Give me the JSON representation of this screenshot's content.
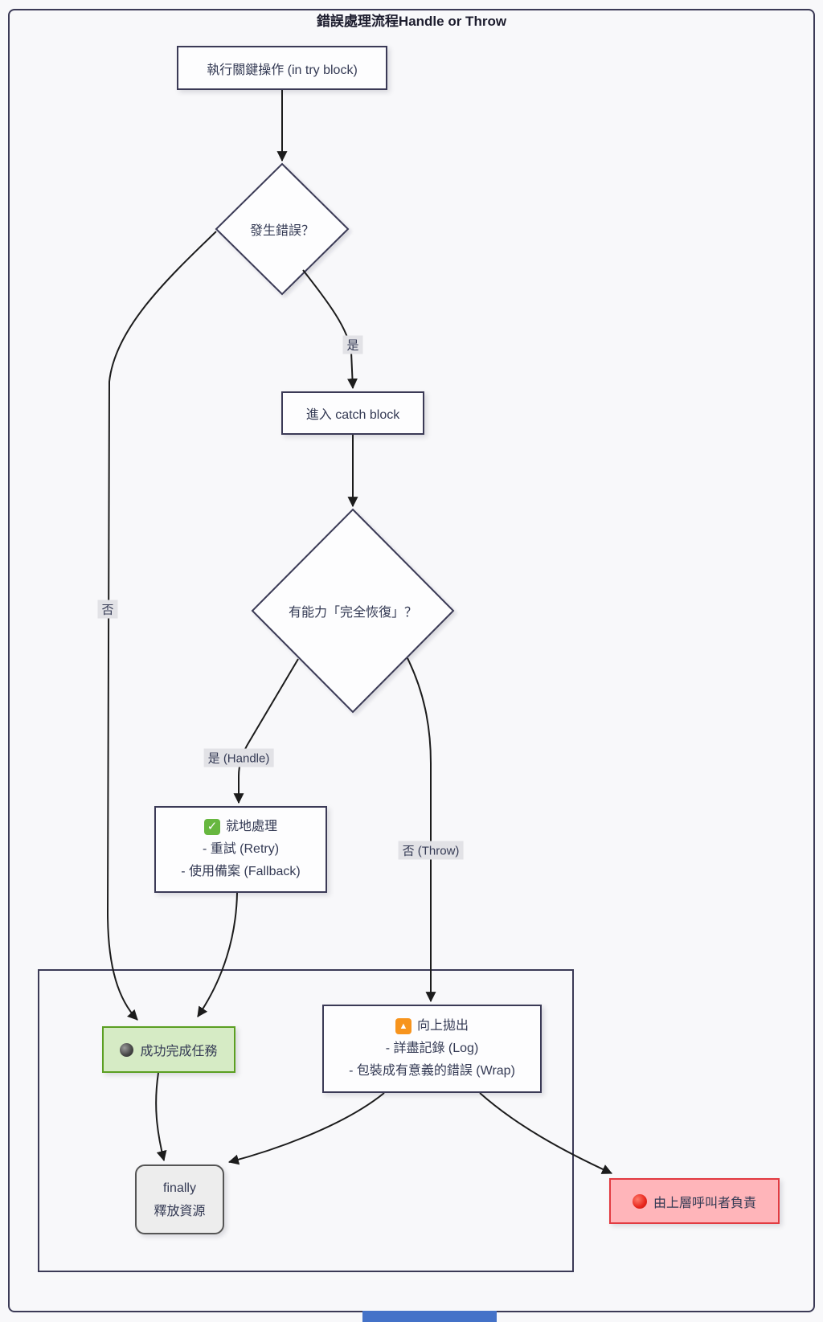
{
  "diagram": {
    "title": "錯誤處理流程Handle or Throw",
    "nodes": {
      "try_block": {
        "label": "執行關鍵操作 (in try block)"
      },
      "error_check": {
        "label": "發生錯誤？"
      },
      "catch_block": {
        "label": "進入 catch block"
      },
      "recover_check": {
        "label": "有能力「完全恢復」？"
      },
      "handle_local": {
        "icon": "green-check-icon",
        "title": "就地處理",
        "item1": "- 重試 (Retry)",
        "item2": "- 使用備案 (Fallback)"
      },
      "throw_up": {
        "icon": "orange-up-triangle-icon",
        "title": "向上拋出",
        "item1": "- 詳盡記錄 (Log)",
        "item2": "- 包裝成有意義的錯誤 (Wrap)"
      },
      "success": {
        "icon": "dark-circle-icon",
        "label": "成功完成任務"
      },
      "finally_block": {
        "line1": "finally",
        "line2": "釋放資源"
      },
      "caller_responsible": {
        "icon": "red-circle-icon",
        "label": "由上層呼叫者負責"
      }
    },
    "edge_labels": {
      "yes": "是",
      "no": "否",
      "yes_handle": "是 (Handle)",
      "no_throw": "否 (Throw)"
    },
    "icon_glyphs": {
      "check": "✓",
      "up_triangle": "▲"
    },
    "colors": {
      "background": "#f8f8fa",
      "node_border": "#3b3a56",
      "node_fill": "#fdfdfe",
      "edge": "#1c1c1c",
      "edge_label_bg": "#e2e2e6",
      "success_fill": "#d6ebc5",
      "success_border": "#5b9f22",
      "danger_fill": "#ffb5ba",
      "danger_border": "#e23b41",
      "finally_fill": "#ededed",
      "finally_border": "#555555",
      "check_icon": "#67b73f",
      "warning_icon": "#f7941d",
      "red_dot": "#e8251c",
      "blue_bar": "#4472c8"
    }
  }
}
